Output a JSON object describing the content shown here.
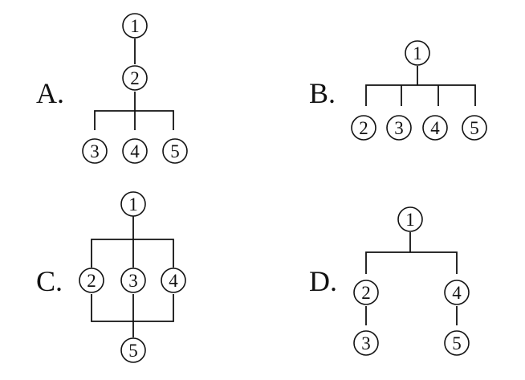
{
  "options": [
    {
      "label": "A.",
      "nodes": [
        "1",
        "2",
        "3",
        "4",
        "5"
      ],
      "edges": [
        [
          "1",
          "2"
        ],
        [
          "2",
          "3"
        ],
        [
          "2",
          "4"
        ],
        [
          "2",
          "5"
        ]
      ]
    },
    {
      "label": "B.",
      "nodes": [
        "1",
        "2",
        "3",
        "4",
        "5"
      ],
      "edges": [
        [
          "1",
          "2"
        ],
        [
          "1",
          "3"
        ],
        [
          "1",
          "4"
        ],
        [
          "1",
          "5"
        ]
      ]
    },
    {
      "label": "C.",
      "nodes": [
        "1",
        "2",
        "3",
        "4",
        "5"
      ],
      "edges": [
        [
          "1",
          "2"
        ],
        [
          "1",
          "3"
        ],
        [
          "1",
          "4"
        ],
        [
          "2",
          "5"
        ],
        [
          "3",
          "5"
        ],
        [
          "4",
          "5"
        ]
      ]
    },
    {
      "label": "D.",
      "nodes": [
        "1",
        "2",
        "3",
        "4",
        "5"
      ],
      "edges": [
        [
          "1",
          "2"
        ],
        [
          "1",
          "4"
        ],
        [
          "2",
          "3"
        ],
        [
          "4",
          "5"
        ]
      ]
    }
  ]
}
